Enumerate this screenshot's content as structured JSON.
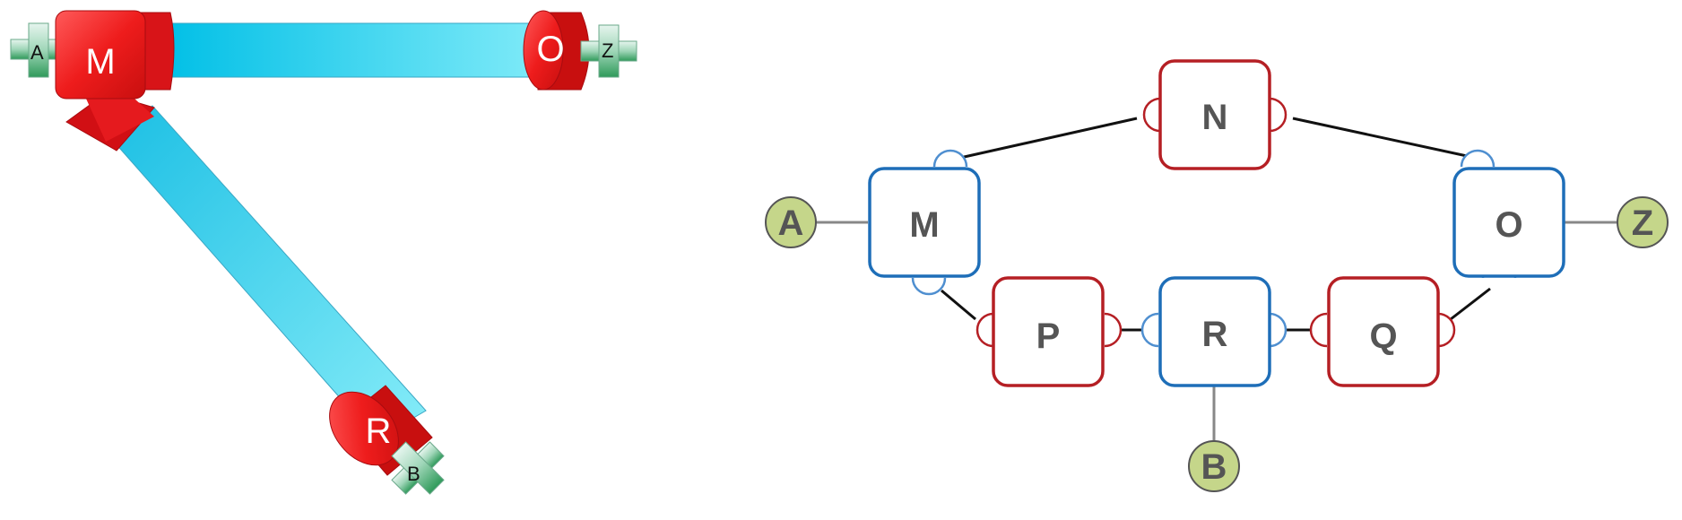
{
  "left_diagram": {
    "nodes": {
      "M": "M",
      "O": "O",
      "R": "R"
    },
    "endpoints": {
      "A": "A",
      "Z": "Z",
      "B": "B"
    }
  },
  "right_diagram": {
    "nodes": {
      "N": "N",
      "M": "M",
      "O": "O",
      "P": "P",
      "R": "R",
      "Q": "Q"
    },
    "endpoints": {
      "A": "A",
      "Z": "Z",
      "B": "B"
    }
  },
  "colors": {
    "red": "#b51f24",
    "blue": "#1e6eb8",
    "endpoint_fill": "#c5d68a",
    "tube": "#2ecbe8",
    "red_3d": "#e8141a",
    "green_plug": "#2f9a5a"
  }
}
